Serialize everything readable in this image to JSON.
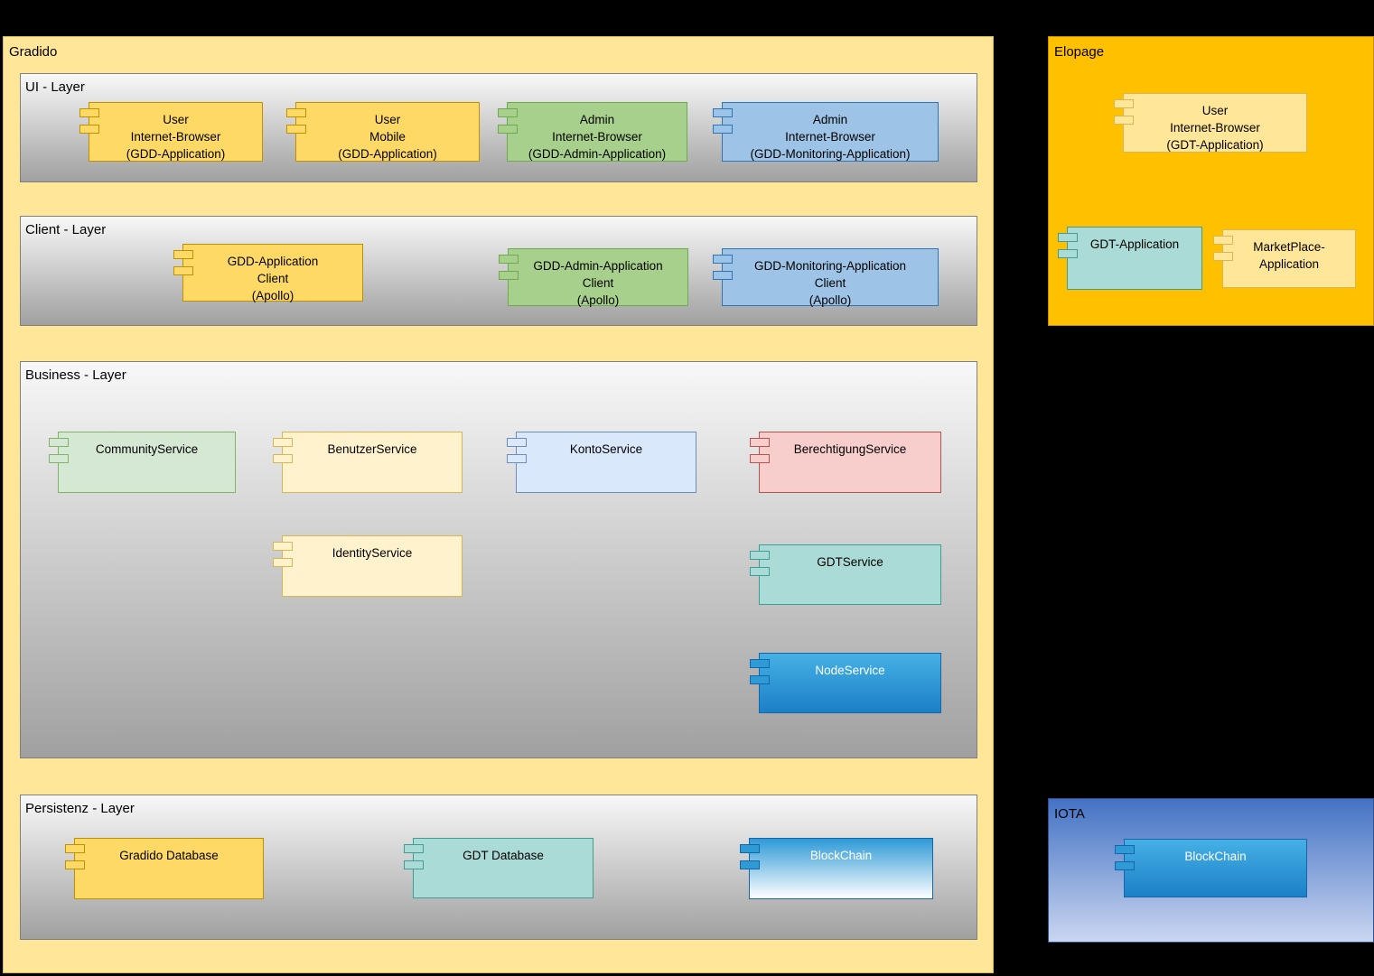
{
  "diagram": {
    "gradido": {
      "title": "Gradido",
      "ui_layer": {
        "title": "UI - Layer",
        "components": [
          {
            "label": "User\nInternet-Browser\n(GDD-Application)"
          },
          {
            "label": "User\nMobile\n(GDD-Application)"
          },
          {
            "label": "Admin\nInternet-Browser\n(GDD-Admin-Application)"
          },
          {
            "label": "Admin\nInternet-Browser\n(GDD-Monitoring-Application)"
          }
        ]
      },
      "client_layer": {
        "title": "Client - Layer",
        "components": [
          {
            "label": "GDD-Application\nClient\n(Apollo)"
          },
          {
            "label": "GDD-Admin-Application\nClient\n(Apollo)"
          },
          {
            "label": "GDD-Monitoring-Application\nClient\n(Apollo)"
          }
        ]
      },
      "business_layer": {
        "title": "Business - Layer",
        "components": [
          {
            "label": "CommunityService"
          },
          {
            "label": "BenutzerService"
          },
          {
            "label": "KontoService"
          },
          {
            "label": "BerechtigungService"
          },
          {
            "label": "IdentityService"
          },
          {
            "label": "GDTService"
          },
          {
            "label": "NodeService"
          }
        ]
      },
      "persistenz_layer": {
        "title": "Persistenz - Layer",
        "components": [
          {
            "label": "Gradido Database"
          },
          {
            "label": "GDT Database"
          },
          {
            "label": "BlockChain"
          }
        ]
      }
    },
    "elopage": {
      "title": "Elopage",
      "components": [
        {
          "label": "User\nInternet-Browser\n(GDT-Application)"
        },
        {
          "label": "GDT-Application"
        },
        {
          "label": "MarketPlace-\nApplication"
        }
      ]
    },
    "iota": {
      "title": "IOTA",
      "components": [
        {
          "label": "BlockChain"
        }
      ]
    }
  },
  "colors": {
    "background": "#000000",
    "gradido_container": "#FFE699",
    "elopage_container": "#FFC000",
    "iota_container_top": "#4472C4",
    "iota_container_bottom": "#C9D6F0",
    "layer_gradient_top": "#F8F8F8",
    "layer_gradient_bottom": "#A0A0A0",
    "yellow_component": "#FFD966",
    "light_yellow_component": "#FFF2CC",
    "pale_yellow_component": "#FFE699",
    "green_component": "#A8D08D",
    "light_green_component": "#D5E8D4",
    "blue_component": "#9DC3E6",
    "light_blue_component": "#DAE8FC",
    "pink_component": "#F8CECC",
    "teal_component": "#ABDBD6",
    "solid_blue_component": "#1C80C7"
  }
}
